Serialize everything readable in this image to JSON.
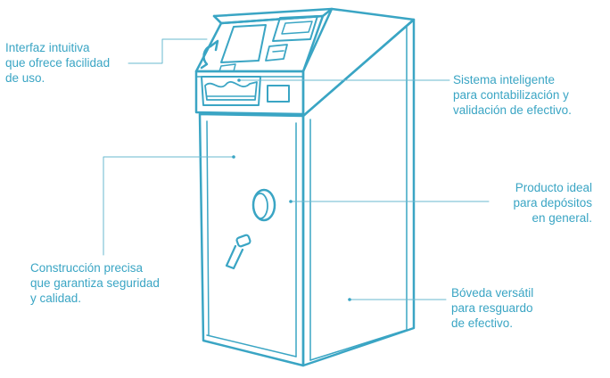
{
  "colors": {
    "accent": "#3aa5c4",
    "background": "#ffffff"
  },
  "callouts": [
    {
      "id": "interface",
      "text": "Interfaz intuitiva\nque ofrece facilidad\nde uso."
    },
    {
      "id": "intelligent-system",
      "text": "Sistema inteligente\npara contabilización y\nvalidación de efectivo."
    },
    {
      "id": "ideal-product",
      "text": "Producto ideal\npara depósitos\nen general."
    },
    {
      "id": "construction",
      "text": "Construcción precisa\nque garantiza seguridad\ny calidad."
    },
    {
      "id": "vault",
      "text": "Bóveda versátil\npara resguardo\nde efectivo."
    }
  ]
}
